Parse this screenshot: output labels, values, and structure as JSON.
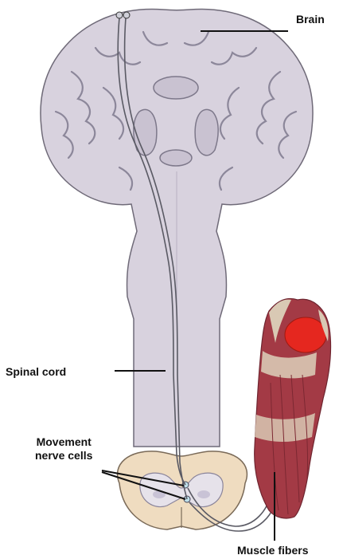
{
  "labels": {
    "brain": "Brain",
    "spinal_cord": "Spinal cord",
    "movement_line1": "Movement",
    "movement_line2": "nerve cells",
    "muscle_fibers": "Muscle fibers"
  },
  "colors": {
    "brain_fill": "#d8d2de",
    "brain_outline": "#6f6a78",
    "spinal_cross_section": "#efdcc0",
    "grey_matter": "#e6e2ea",
    "muscle_red": "#a33a45",
    "tendon": "#d9c9b4",
    "nerve_fiber": "#5a5a64",
    "label_text": "#111111"
  }
}
